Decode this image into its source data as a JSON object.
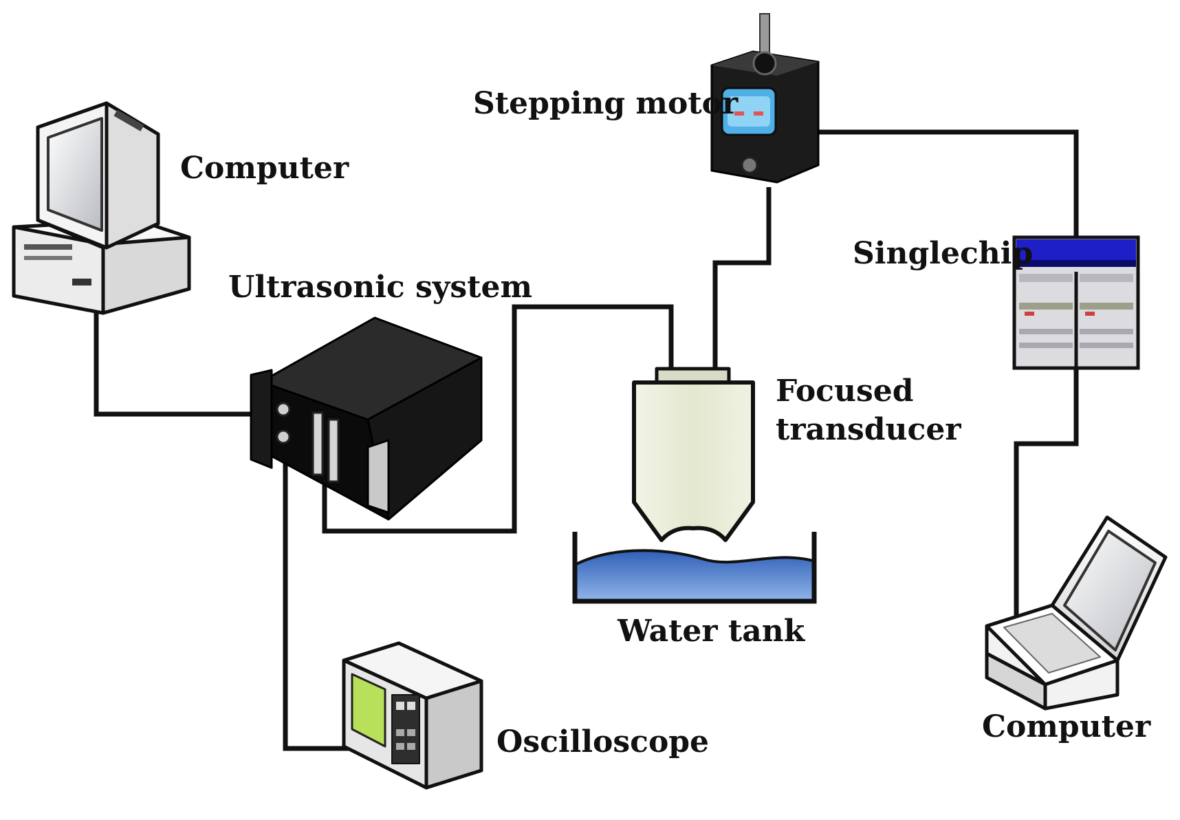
{
  "labels": {
    "computer_desktop": "Computer",
    "stepping_motor": "Stepping motor",
    "ultrasonic_system": "Ultrasonic system",
    "singlechip": "Singlechip",
    "focused_transducer_line1": "Focused",
    "focused_transducer_line2": "transducer",
    "water_tank": "Water tank",
    "oscilloscope": "Oscilloscope",
    "computer_laptop": "Computer"
  },
  "colors": {
    "wire": "#111111",
    "water": "#3f74c6",
    "singlechip_header": "#1f1fc8",
    "transducer_body": "#e9ecd9",
    "oscilloscope_screen": "#b8e05a",
    "motor_screen": "#4fb0e8"
  },
  "icons": {
    "computer_desktop": "desktop-computer-icon",
    "stepping_motor": "stepping-motor-icon",
    "ultrasonic_system": "ultrasonic-unit-icon",
    "singlechip": "singlechip-board-icon",
    "focused_transducer": "transducer-icon",
    "water_tank": "water-tank-icon",
    "oscilloscope": "oscilloscope-icon",
    "computer_laptop": "laptop-icon"
  }
}
